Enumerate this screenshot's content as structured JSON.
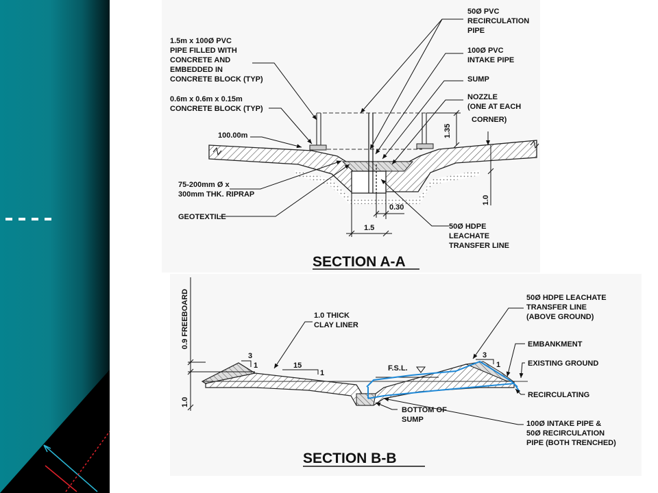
{
  "section_aa": {
    "title": "SECTION A-A",
    "labels": {
      "pvc_block_1": "1.5m x 100Ø PVC",
      "pvc_block_2": "PIPE FILLED WITH",
      "pvc_block_3": "CONCRETE AND",
      "pvc_block_4": "EMBEDDED IN",
      "pvc_block_5": "CONCRETE BLOCK (TYP)",
      "concrete_block_1": "0.6m x 0.6m x 0.15m",
      "concrete_block_2": "CONCRETE BLOCK (TYP)",
      "elevation": "100.00m",
      "riprap_1": "75-200mm Ø x",
      "riprap_2": "300mm THK. RIPRAP",
      "geotextile": "GEOTEXTILE",
      "recirc_pipe_1": "50Ø PVC",
      "recirc_pipe_2": "RECIRCULATION",
      "recirc_pipe_3": "PIPE",
      "intake_pipe_1": "100Ø PVC",
      "intake_pipe_2": "INTAKE PIPE",
      "sump": "SUMP",
      "nozzle_1": "NOZZLE",
      "nozzle_2": "(ONE AT EACH",
      "nozzle_3": "CORNER)",
      "hdpe_1": "50Ø HDPE",
      "hdpe_2": "LEACHATE",
      "hdpe_3": "TRANSFER LINE"
    },
    "dimensions": {
      "height": "1.35",
      "depth": "1.0",
      "sump_width": "1.5",
      "offset": "0.30"
    }
  },
  "section_bb": {
    "title": "SECTION B-B",
    "labels": {
      "freeboard": "0.9 FREEBOARD",
      "depth": "1.0",
      "clay_1": "1.0 THICK",
      "clay_2": "CLAY LINER",
      "fsl": "F.S.L.",
      "bottom_sump_1": "BOTTOM OF",
      "bottom_sump_2": "SUMP",
      "hdpe_1": "50Ø HDPE LEACHATE",
      "hdpe_2": "TRANSFER LINE",
      "hdpe_3": "(ABOVE GROUND)",
      "embankment": "EMBANKMENT",
      "existing_ground": "EXISTING GROUND",
      "recirculating": "RECIRCULATING",
      "intake_1": "100Ø INTAKE PIPE &",
      "intake_2": "50Ø RECIRCULATION",
      "intake_3": "PIPE (BOTH TRENCHED)"
    },
    "slopes": {
      "left_rise": "3",
      "left_run": "1",
      "floor_run": "15",
      "floor_rise": "1",
      "right_rise": "3",
      "right_run": "1"
    }
  },
  "colors": {
    "sidebar_teal": "#06838f",
    "pipe_blue": "#1e88d6",
    "accent_red": "#e0212a",
    "accent_cyan": "#2bb7d6"
  }
}
